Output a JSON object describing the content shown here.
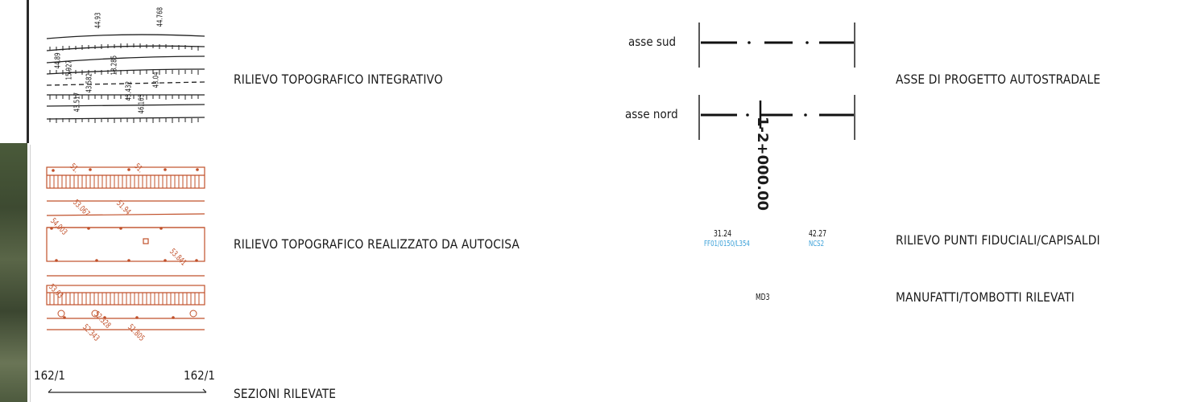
{
  "legend": {
    "items": [
      {
        "label": "RILIEVO TOPOGRAFICO INTEGRATIVO"
      },
      {
        "label": "RILIEVO TOPOGRAFICO REALIZZATO DA AUTOCISA"
      },
      {
        "label": "SEZIONI RILEVATE"
      },
      {
        "label": "ASSE DI PROGETTO AUTOSTRADALE"
      },
      {
        "label": "RILIEVO PUNTI FIDUCIALI/CAPISALDI"
      },
      {
        "label": "MANUFATTI/TOMBOTTI RILEVATI"
      }
    ]
  },
  "survey_black": {
    "elevations": [
      "44.93",
      "44.768",
      "44.89",
      "15.927",
      "18.285",
      "43.582",
      "43.432",
      "46.163",
      "43.517",
      "43.04"
    ]
  },
  "survey_red": {
    "elevations": [
      "51.",
      "51.",
      "53.067",
      "54.003",
      "53.841",
      "53.03",
      "52.343",
      "52.328",
      "51.805",
      "51.94"
    ]
  },
  "sections": {
    "left_id": "162/1",
    "right_id": "162/1"
  },
  "axes": {
    "south_label": "asse sud",
    "north_label": "asse nord",
    "chainage": "1-2+000.00"
  },
  "fiducials": [
    {
      "elevation": "31.24",
      "code": "FF01/0150/L354"
    },
    {
      "elevation": "42.27",
      "code": "NCS2"
    }
  ],
  "structures": {
    "code": "MD3"
  },
  "colors": {
    "red_survey": "#c0502a",
    "fiducial_code": "#3aa0d8",
    "ink": "#1a1a1a"
  }
}
